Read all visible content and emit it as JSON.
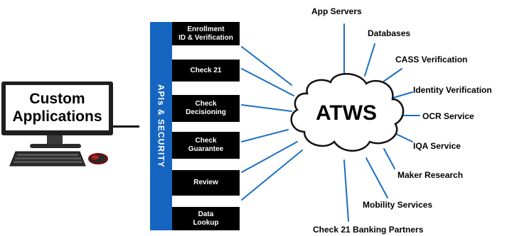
{
  "computer": {
    "screen_line1": "Custom",
    "screen_line2": "Applications"
  },
  "api_bar": {
    "label": "APIs & SECURITY",
    "color": "#1565c0"
  },
  "api_boxes": [
    {
      "label": "Enrollment\nID & Verification"
    },
    {
      "label": "Check 21"
    },
    {
      "label": "Check\nDecisioning"
    },
    {
      "label": "Check\nGuarantee"
    },
    {
      "label": "Review"
    },
    {
      "label": "Data\nLookup"
    }
  ],
  "hub": {
    "label": "ATWS"
  },
  "services": [
    {
      "label": "App Servers"
    },
    {
      "label": "Databases"
    },
    {
      "label": "CASS Verification"
    },
    {
      "label": "Identity Verification"
    },
    {
      "label": "OCR Service"
    },
    {
      "label": "IQA Service"
    },
    {
      "label": "Maker Research"
    },
    {
      "label": "Mobility Services"
    },
    {
      "label": "Check 21 Banking Partners"
    }
  ],
  "colors": {
    "connector_lines": "#1a6fc4",
    "boxes": "#000000"
  }
}
